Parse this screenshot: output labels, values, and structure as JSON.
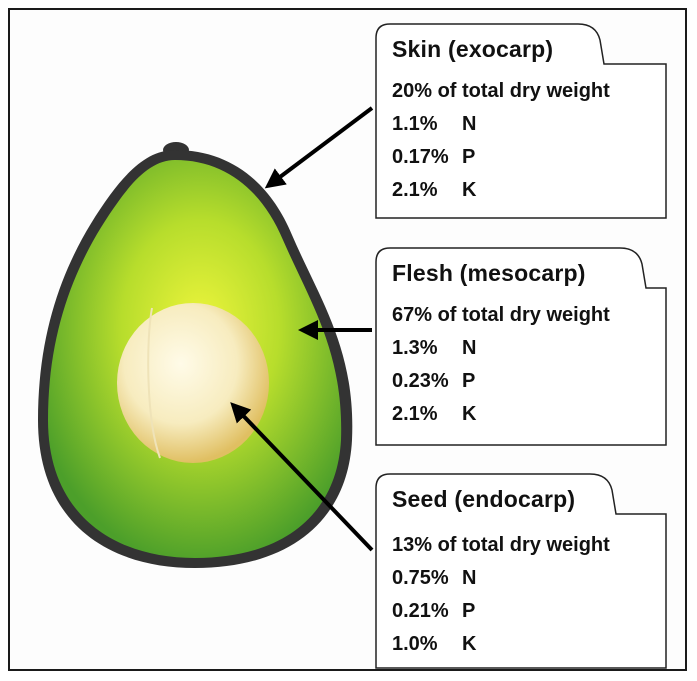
{
  "colors": {
    "skin": "#3a3a3a",
    "flesh_center": "#e6f23a",
    "flesh_edge": "#4ca02a",
    "seed_light": "#fdf7dc",
    "seed_dark": "#e4c56a"
  },
  "boxes": [
    {
      "id": "skin",
      "title": "Skin (exocarp)",
      "weight": "20% of total dry weight",
      "nutrients": [
        {
          "value": "1.1%",
          "element": "N"
        },
        {
          "value": "0.17%",
          "element": "P"
        },
        {
          "value": "2.1%",
          "element": "K"
        }
      ]
    },
    {
      "id": "flesh",
      "title": "Flesh (mesocarp)",
      "weight": "67% of total dry weight",
      "nutrients": [
        {
          "value": "1.3%",
          "element": "N"
        },
        {
          "value": "0.23%",
          "element": "P"
        },
        {
          "value": "2.1%",
          "element": "K"
        }
      ]
    },
    {
      "id": "seed",
      "title": "Seed (endocarp)",
      "weight": "13% of total dry weight",
      "nutrients": [
        {
          "value": "0.75%",
          "element": "N"
        },
        {
          "value": "0.21%",
          "element": "P"
        },
        {
          "value": "1.0%",
          "element": "K"
        }
      ]
    }
  ]
}
